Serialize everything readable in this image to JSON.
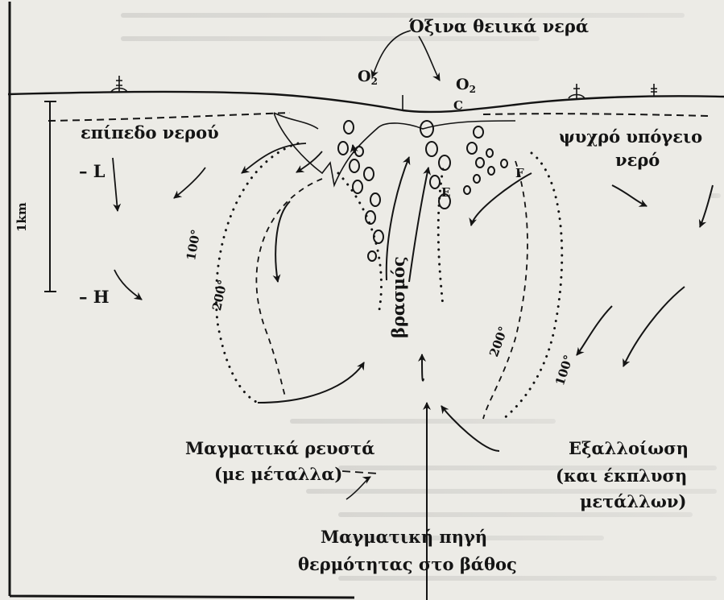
{
  "labels": {
    "acid_water": "Όξινα θειικά νερά",
    "water_table": "επίπεδο νερού",
    "cold_groundwater_1": "ψυχρό υπόγειο",
    "cold_groundwater_2": "νερό",
    "marker_L": "– L",
    "marker_H": "– H",
    "scale_1km": "1km",
    "o2_left": "O",
    "o2_left_sub": "2",
    "o2_right": "O",
    "o2_right_sub": "2",
    "marker_C": "C",
    "marker_E": "E",
    "marker_F": "F",
    "boiling": "βρασμός",
    "iso_100_left": "100°",
    "iso_200_left": "200°",
    "iso_200_right": "200°",
    "iso_100_right": "100°",
    "magmatic_fluids_1": "Μαγματικά ρευστά",
    "magmatic_fluids_2": "(με μέταλλα)",
    "alteration_1": "Εξαλλοίωση",
    "alteration_2": "(και έκπλυση",
    "alteration_3": "μετάλλων)",
    "heat_source_1": "Μαγματική πηγή",
    "heat_source_2": "θερμότητας στο βάθος"
  },
  "colors": {
    "ink": "#141414",
    "paper": "#ecebe6"
  }
}
